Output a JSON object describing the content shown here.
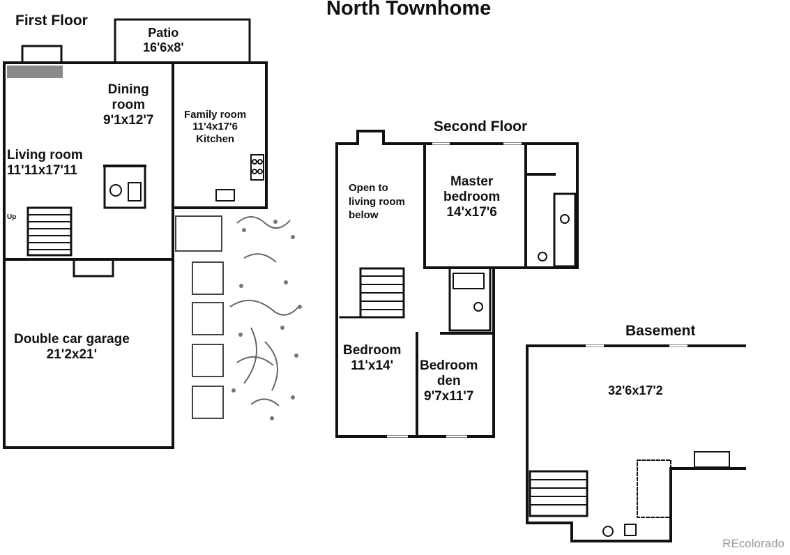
{
  "title": "North Townhome",
  "watermark": "REcolorado",
  "floors": {
    "first": {
      "name": "First Floor",
      "patio": {
        "name": "Patio",
        "size": "16'6x8'"
      },
      "dining": {
        "name_line1": "Dining",
        "name_line2": "room",
        "size": "9'1x12'7"
      },
      "family": {
        "name": "Family room",
        "size": "11'4x17'6",
        "extra": "Kitchen"
      },
      "living": {
        "name": "Living room",
        "size": "11'11x17'11"
      },
      "stair_label": "Up",
      "garage": {
        "name": "Double car garage",
        "size": "21'2x21'"
      }
    },
    "second": {
      "name": "Second Floor",
      "open": {
        "line1": "Open to",
        "line2": "living room",
        "line3": "below"
      },
      "master": {
        "name_line1": "Master",
        "name_line2": "bedroom",
        "size": "14'x17'6"
      },
      "bedroom": {
        "name": "Bedroom",
        "size": "11'x14'"
      },
      "den": {
        "name_line1": "Bedroom",
        "name_line2": "den",
        "size": "9'7x11'7"
      }
    },
    "basement": {
      "name": "Basement",
      "size": "32'6x17'2"
    }
  }
}
